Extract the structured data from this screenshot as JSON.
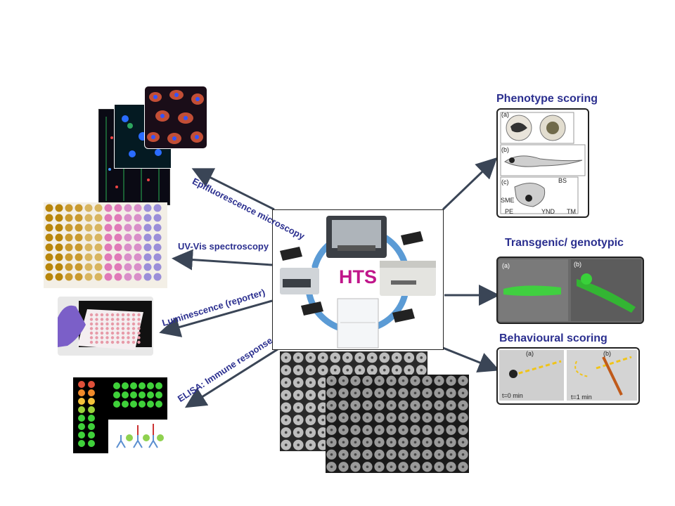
{
  "center": {
    "title": "HTS"
  },
  "left_labels": {
    "epifluorescence": "Epifluorescence microscopy",
    "uvvis": "UV-Vis spectroscopy",
    "luminescence": "Luminescence (reporter)",
    "elisa": "ELISA: Immune response"
  },
  "right_labels": {
    "phenotype": "Phenotype scoring",
    "transgenic": "Transgenic/ genotypic",
    "behavioural": "Behavioural scoring"
  },
  "phenotype_panel": {
    "a": "(a)",
    "b": "(b)",
    "c": "(c)",
    "bs": "BS",
    "sme": "SME",
    "pe": "PE",
    "ynd": "YND",
    "tm": "TM"
  },
  "transgenic_panel": {
    "a": "(a)",
    "b": "(b)"
  },
  "behaviour_panel": {
    "a": "(a)",
    "b": "(b)",
    "t0": "t=0 min",
    "t1": "t=1 min"
  },
  "colors": {
    "label": "#2b2f8f",
    "hts": "#c0168a",
    "arrow": "#3a4556",
    "ring": "#5b9bd5"
  }
}
